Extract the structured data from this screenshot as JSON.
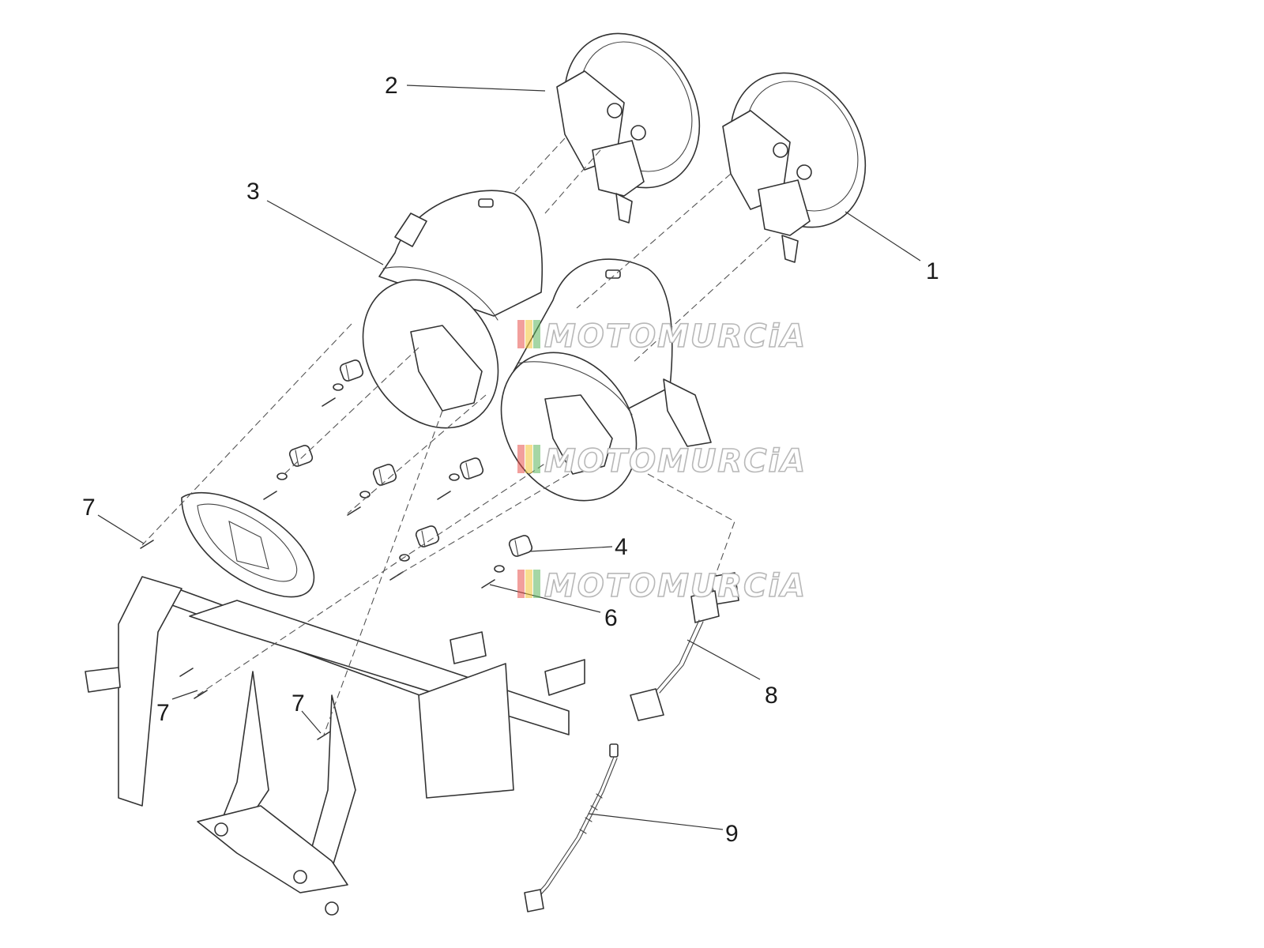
{
  "callouts": [
    {
      "id": "c1",
      "label": "1"
    },
    {
      "id": "c2",
      "label": "2"
    },
    {
      "id": "c3",
      "label": "3"
    },
    {
      "id": "c4",
      "label": "4"
    },
    {
      "id": "c6",
      "label": "6"
    },
    {
      "id": "c7a",
      "label": "7"
    },
    {
      "id": "c7b",
      "label": "7"
    },
    {
      "id": "c7c",
      "label": "7"
    },
    {
      "id": "c8",
      "label": "8"
    },
    {
      "id": "c9",
      "label": "9"
    }
  ],
  "watermark": {
    "text": "MOTOMURCiA",
    "stripe_colors": [
      "#e8504a",
      "#f2c233",
      "#5bb55b"
    ]
  }
}
